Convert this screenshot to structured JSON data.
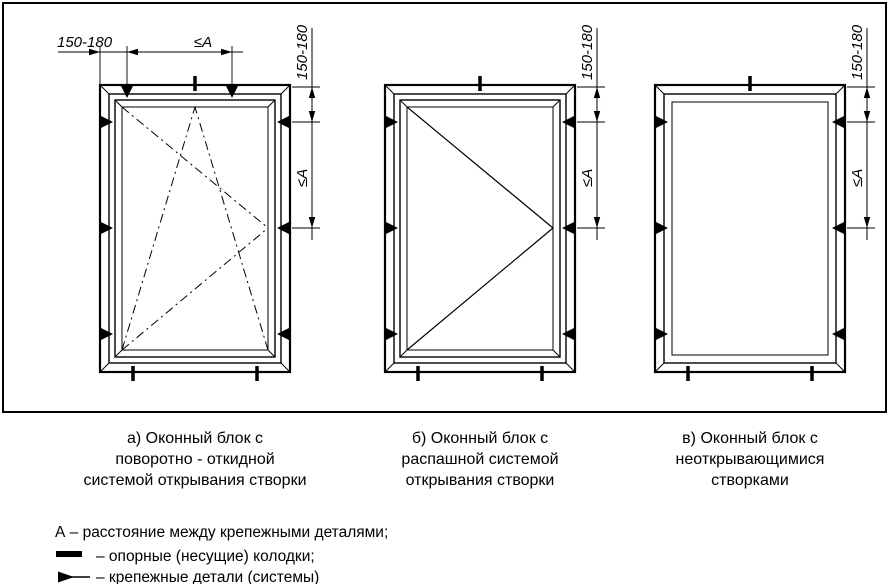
{
  "colors": {
    "ink": "#000000",
    "background": "#ffffff"
  },
  "dimension_labels": {
    "edge_distance": "150-180",
    "max_spacing": "≤А"
  },
  "captions": {
    "a": {
      "lines": [
        "а) Оконный блок с",
        "поворотно - откидной",
        "системой открывания створки"
      ]
    },
    "b": {
      "lines": [
        "б) Оконный блок с",
        "распашной системой",
        "открывания створки"
      ]
    },
    "c": {
      "lines": [
        "в) Оконный блок с",
        "неоткрывающимися",
        "створками"
      ]
    }
  },
  "legend": {
    "items": [
      {
        "symbol": "letter-A",
        "text": "А – расстояние между крепежными деталями;"
      },
      {
        "symbol": "support-block-bar",
        "text": "– опорные (несущие) колодки;"
      },
      {
        "symbol": "fixing-detail-flag",
        "text": "– крепежные детали (системы)"
      }
    ]
  }
}
